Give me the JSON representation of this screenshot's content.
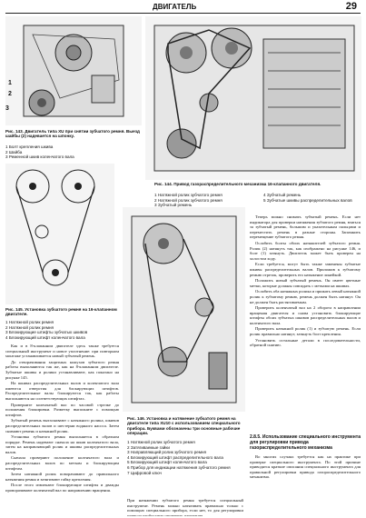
{
  "header": {
    "section": "ДВИГАТЕЛЬ",
    "page_number": "29"
  },
  "fig143": {
    "caption": "Рис. 143. Двигатель типа XU при снятии зубчатого ремня. Выезд шайбы (2) надевается на шпонку.",
    "legend": [
      "1  Болт крепления шкива",
      "2  Шайба",
      "3  Ременной шкив коленчатого вала"
    ],
    "callouts": [
      "1",
      "2",
      "3"
    ]
  },
  "fig144": {
    "caption": "Рис. 144. Привод газораспределительного механизма 16-клапанного двигателя.",
    "legend_left": [
      "1  Натяжной ролик зубчатого ремня",
      "2  Натяжной ролик зубчатого ремня",
      "3  Зубчатый ремень",
      "4  Приводная шестерня водяного насоса"
    ],
    "legend_right": [
      "4  Зубчатый ремень",
      "5  Зубчатые шкивы распределительных валов"
    ]
  },
  "fig145": {
    "caption": "Рис. 145. Установка зубчатого ремня на 16-клапанном двигателе.",
    "legend": [
      "1  Натяжной ролик ремня",
      "2  Натяжной ролик ремня",
      "3  Блокирующие штифты зубчатых шкивов",
      "4  Блокирующий штифт коленчатого вала"
    ]
  },
  "fig146": {
    "caption": "Рис. 146. Установка и натяжение зубчатого ремня на двигателе типа XU10 с использованием специального прибора. Буквами обозначены три основные рабочие операции.",
    "legend": [
      "1  Натяжной ролик зубчатого ремня",
      "2  Затягиваемые гайки",
      "3  Направляющий ролик зубчатого ремня",
      "4  Блокирующий штифт распределительного вала",
      "5  Блокирующий штифт коленчатого вала",
      "6  Прибор для индикации натяжения зубчатого ремня",
      "7  Цифровой ключ"
    ]
  },
  "col_left": [
    "Как и в 8-клапанном двигателе здесь также требуется специальный инструмент и новое уплотнение: при повторном монтаже устанавливается новый зубчатый ремень.",
    "До отворачивания защитных кожухов зубчатого ремня работы выполняются так же, как на 8-клапанном двигателе. Зубчатые шкивы и ролики устанавливают, как показано на рисунке 145.",
    "На шкивах распределительных валов и коленчатого вала имеются отверстия для блокирующих штифтов. Распределительные валы блокируются так, как работы выполняются на соответствующих штифтах.",
    "Проверните коленчатый вал по часовой стрелке до положения блокировки. Разметку выполните с помощью штифтов.",
    "Зубчатый ремень вытаскивают с натяжного ролика, шкивов распределительных валов и шестерни водяного насоса. Затем снимают ремень и натяжной ролик.",
    "Установка зубчатого ремня выполняется в обратном порядке. Ремень надевают сначала на шкив коленчатого вала, затем на направляющий ролик и шкивы распределительных валов.",
    "Сначала проверяют положение коленчатого вала и распределительных валов по меткам и блокирующим штифтам.",
    "Затем натяжной ролик поворачивают до правильного натяжения ремня и затягивают гайку крепления.",
    "После этого извлекают блокирующие штифты и дважды проворачивают коленчатый вал по направлению вращения."
  ],
  "col_right": [
    "Теперь можно снимать зубчатый ремень. Если нет индикатора для проверки натяжения зубчатого ремня, взяться за зубчатый ремень, большим и указательным пальцами и переместить ремень в разные стороны. Запомнить перемещение зубчатого ремня.",
    "Ослабить болты обоих натяжителей зубчатого ремня. Ролик (2) натянуть так, как изображено на рисунке 146, и болт (1) затянуть. Двигатель может быть проверен на холостом ходу.",
    "Если требуется, могут быть также заменены зубчатые шкивы распределительных валов. Приложив к зубчатому ремню отрезок, проверить его натяжение линейкой.",
    "Положить новый зубчатый ремень. Он имеет цветные метки, которые должны совпадать с метками на шкивах.",
    "Ослабить оба натяжных ролика и прижать левый натяжной ролик к зубчатому ремню, ремень должен быть натянут. Он не должен быть растягиваемым.",
    "Проверить коленчатый вал на 2 оборота в направлении вращения двигателя и снова установить блокирующие штифты обоих зубчатых шкивов распределительных валов и коленчатого вала.",
    "Проверить натяжной ролик (1) и зубчатую ремень. Если ролик правильно натянут, затянуть болт крепления.",
    "Установить остальные детали в последовательности, обратной снятию."
  ],
  "section_2_8_5": {
    "title": "2.8.5. Использование специального инструмента для регулировки привода газораспределительного механизма",
    "text": "Во многих случаях требуется как на практике при проверке специального инструмента. По этой причине приводятся краткие описания специального инструмента для правильной регулировки привода газораспределительного механизма."
  },
  "footer_left": "При натяжении зубчатого ремня требуется специальный инструмент. Ремень можно натягивать правильно только с помощью специального прибора, если нет, то для регулировки привода необходимо проверить натяжение."
}
